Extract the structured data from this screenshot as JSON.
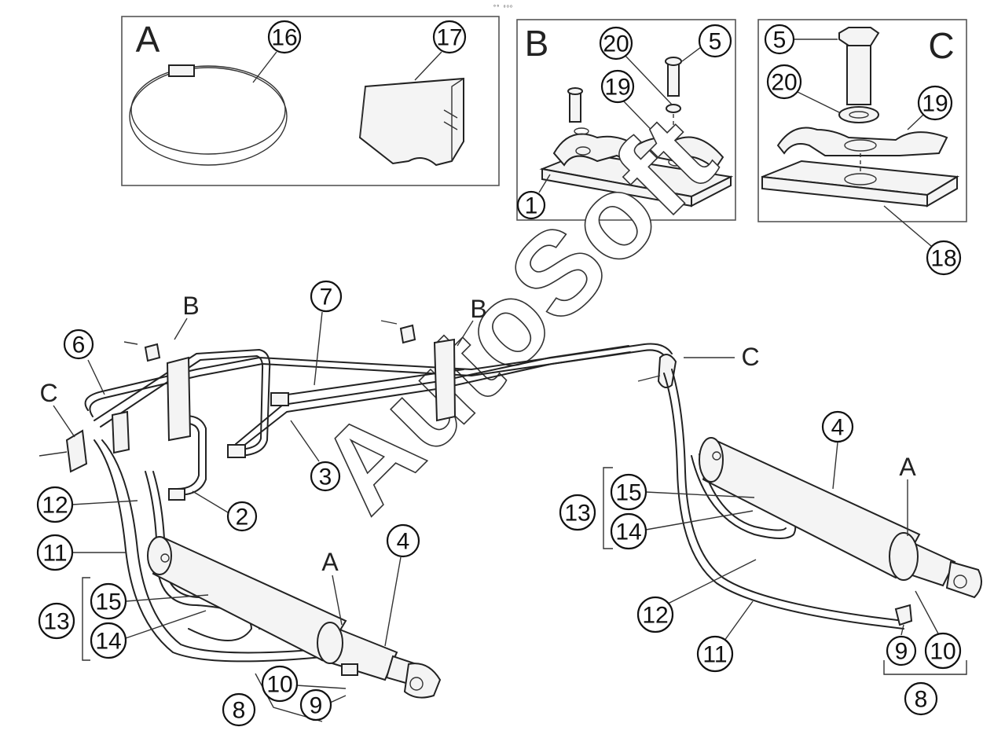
{
  "top_label": "⁰⁰ ᵒᵒᵒ",
  "watermark": "AutoSoft",
  "panels": {
    "A": {
      "letter": "A",
      "callouts": [
        "16",
        "17"
      ]
    },
    "B": {
      "letter": "B",
      "callouts": [
        "20",
        "5",
        "19",
        "1"
      ]
    },
    "C": {
      "letter": "C",
      "callouts": [
        "5",
        "20",
        "19",
        "18"
      ]
    }
  },
  "main_labels": {
    "B_left": "B",
    "B_right": "B",
    "C_left": "C",
    "C_right": "C",
    "A_left": "A",
    "A_right": "A"
  },
  "callouts": {
    "n7": "7",
    "n6": "6",
    "n3": "3",
    "n2": "2",
    "n12_left": "12",
    "n11_left": "11",
    "n13_left": "13",
    "n15_left": "15",
    "n14_left": "14",
    "n4_left": "4",
    "n10_left": "10",
    "n9_left": "9",
    "n8_left": "8",
    "n4_right": "4",
    "n13_right": "13",
    "n15_right": "15",
    "n14_right": "14",
    "n12_right": "12",
    "n11_right": "11",
    "n9_right": "9",
    "n10_right": "10",
    "n8_right": "8"
  }
}
